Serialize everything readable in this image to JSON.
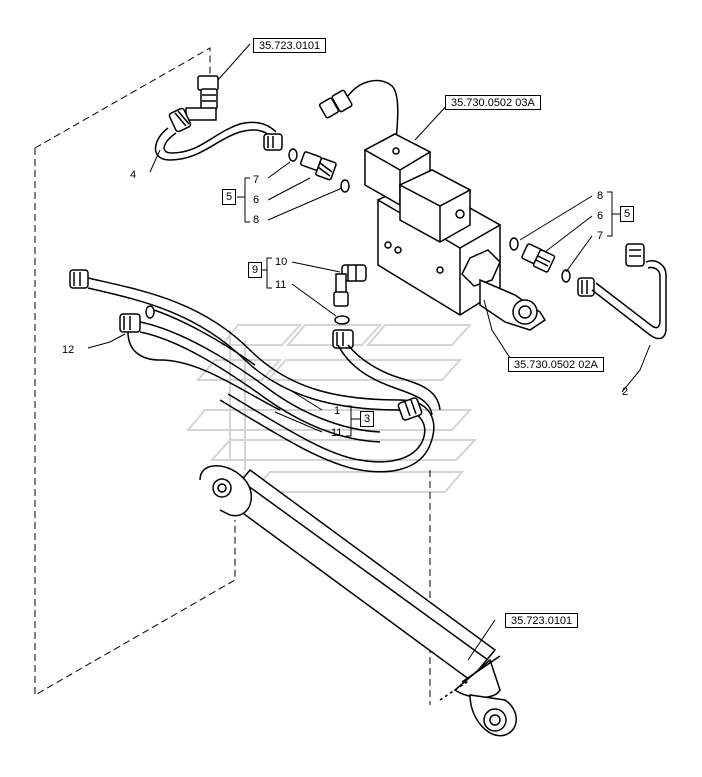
{
  "refs": {
    "fitting_top": "35.723.0101",
    "valve_top": "35.730.0502 03A",
    "valve_bottom": "35.730.0502 02A",
    "cylinder": "35.723.0101"
  },
  "callouts": {
    "n4": "4",
    "n12": "12",
    "n2": "2",
    "n1": "1",
    "n11b": "11",
    "left_group": {
      "box": "5",
      "a": "7",
      "b": "6",
      "c": "8"
    },
    "right_group": {
      "box": "5",
      "a": "8",
      "b": "6",
      "c": "7"
    },
    "mid_group": {
      "box": "9",
      "a": "10",
      "b": "11"
    },
    "lower_group_box": "3"
  },
  "colors": {
    "line": "#000000",
    "watermark": "#d0d0d0"
  }
}
